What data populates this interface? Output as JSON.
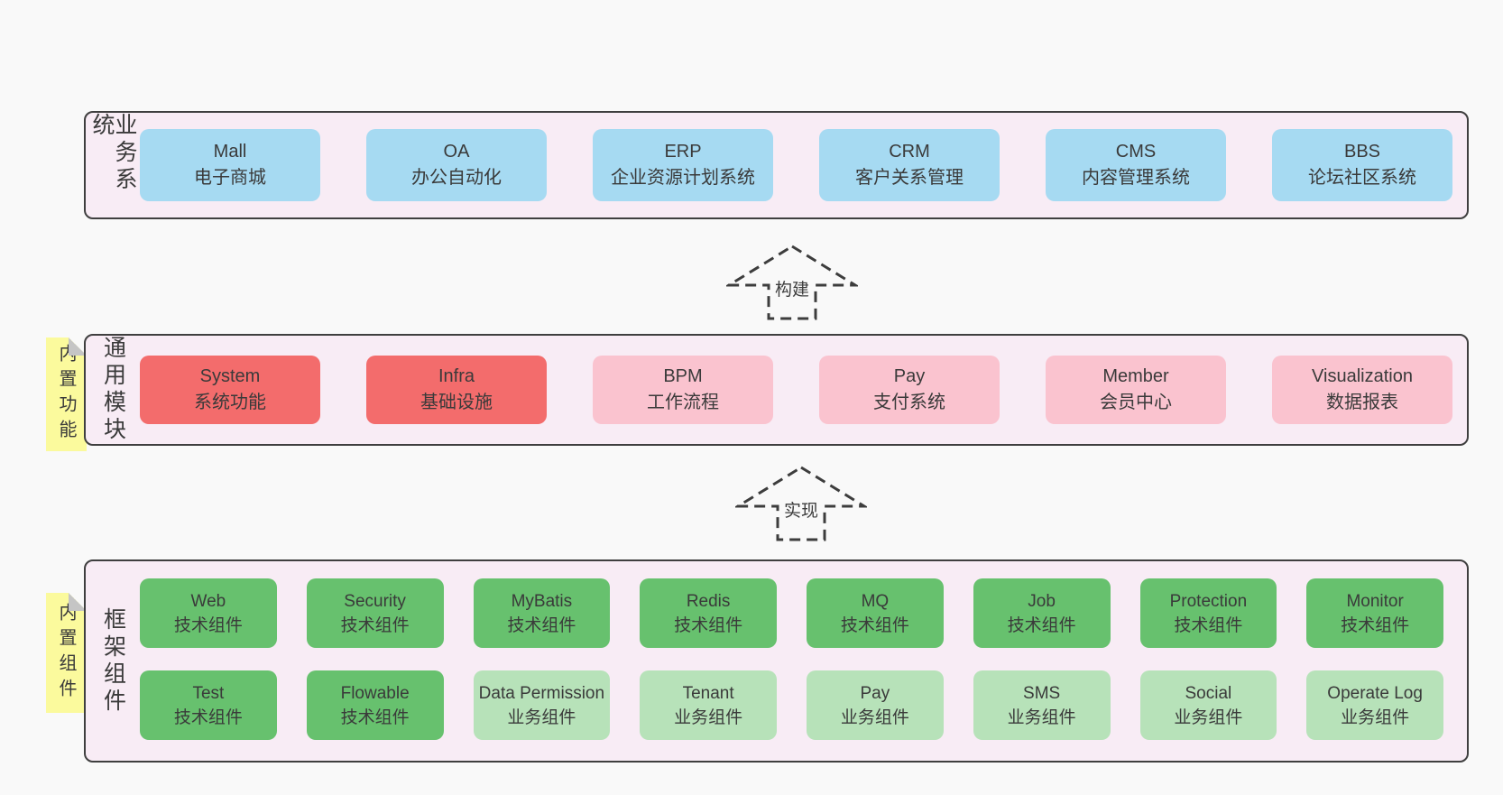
{
  "colors": {
    "page-bg": "#f9f9f9",
    "band-bg": "#f8ecf5",
    "band-border": "#3f3f3f",
    "box-blue": "#a6daf2",
    "box-red": "#f36c6c",
    "box-pink": "#fac3cf",
    "box-green": "#67c16e",
    "box-green-light": "#b7e2b9",
    "tab-yellow": "#fbfa9d",
    "tab-fold": "#c5c5c5",
    "text": "#3a3a3a",
    "arrow": "#3d3d3d"
  },
  "arrows": [
    {
      "label": "构建"
    },
    {
      "label": "实现"
    }
  ],
  "bands": [
    {
      "label": "业务系统",
      "boxes": [
        {
          "title": "Mall",
          "subtitle": "电子商城"
        },
        {
          "title": "OA",
          "subtitle": "办公自动化"
        },
        {
          "title": "ERP",
          "subtitle": "企业资源计划系统"
        },
        {
          "title": "CRM",
          "subtitle": "客户关系管理"
        },
        {
          "title": "CMS",
          "subtitle": "内容管理系统"
        },
        {
          "title": "BBS",
          "subtitle": "论坛社区系统"
        }
      ]
    },
    {
      "label": "通用模块",
      "tab": "内置功能",
      "boxes": [
        {
          "title": "System",
          "subtitle": "系统功能"
        },
        {
          "title": "Infra",
          "subtitle": "基础设施"
        },
        {
          "title": "BPM",
          "subtitle": "工作流程"
        },
        {
          "title": "Pay",
          "subtitle": "支付系统"
        },
        {
          "title": "Member",
          "subtitle": "会员中心"
        },
        {
          "title": "Visualization",
          "subtitle": "数据报表"
        }
      ]
    },
    {
      "label": "框架组件",
      "tab": "内置组件",
      "boxes": [
        {
          "title": "Web",
          "subtitle": "技术组件"
        },
        {
          "title": "Security",
          "subtitle": "技术组件"
        },
        {
          "title": "MyBatis",
          "subtitle": "技术组件"
        },
        {
          "title": "Redis",
          "subtitle": "技术组件"
        },
        {
          "title": "MQ",
          "subtitle": "技术组件"
        },
        {
          "title": "Job",
          "subtitle": "技术组件"
        },
        {
          "title": "Protection",
          "subtitle": "技术组件"
        },
        {
          "title": "Monitor",
          "subtitle": "技术组件"
        },
        {
          "title": "Test",
          "subtitle": "技术组件"
        },
        {
          "title": "Flowable",
          "subtitle": "技术组件"
        },
        {
          "title": "Data Permission",
          "subtitle": "业务组件"
        },
        {
          "title": "Tenant",
          "subtitle": "业务组件"
        },
        {
          "title": "Pay",
          "subtitle": "业务组件"
        },
        {
          "title": "SMS",
          "subtitle": "业务组件"
        },
        {
          "title": "Social",
          "subtitle": "业务组件"
        },
        {
          "title": "Operate Log",
          "subtitle": "业务组件"
        }
      ]
    }
  ]
}
